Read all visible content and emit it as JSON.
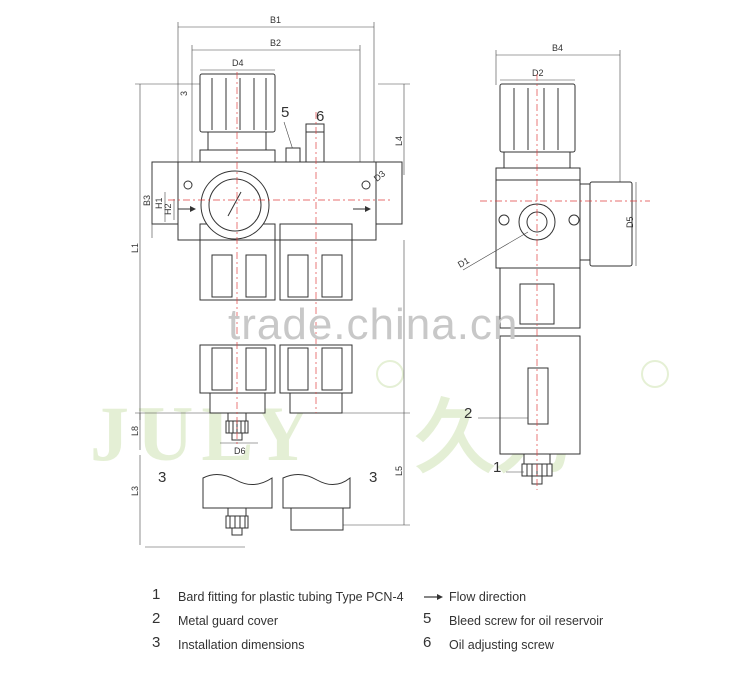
{
  "dimensions": {
    "B1": "B1",
    "B2": "B2",
    "B3": "B3",
    "B4": "B4",
    "D1": "D1",
    "D2": "D2",
    "D3": "D3",
    "D4": "D4",
    "D5": "D5",
    "D6": "D6",
    "H1": "H1",
    "H2": "H2",
    "L1": "L1",
    "L3": "L3",
    "L4": "L4",
    "L5": "L5",
    "L8": "L8",
    "small3": "3"
  },
  "callouts": {
    "c5": "5",
    "c6": "6",
    "c3_left": "3",
    "c3_right": "3",
    "c2": "2",
    "c1": "1"
  },
  "watermark": {
    "text": "trade.china.cn",
    "logo_text": "JULY 久力",
    "registered": "®"
  },
  "legend": {
    "items": [
      {
        "num": "1",
        "text": "Bard fitting for plastic tubing Type PCN-4"
      },
      {
        "num": "2",
        "text": "Metal guard cover"
      },
      {
        "num": "3",
        "text": "Installation dimensions"
      },
      {
        "num": "",
        "text": "Flow direction",
        "icon": "arrow-right-icon"
      },
      {
        "num": "5",
        "text": "Bleed screw for oil reservoir"
      },
      {
        "num": "6",
        "text": "Oil adjusting screw"
      }
    ]
  },
  "colors": {
    "line": "#333333",
    "centerline": "#e04040",
    "watermark_green": "#d6e8bf",
    "watermark_gray": "#c8c8c8"
  }
}
